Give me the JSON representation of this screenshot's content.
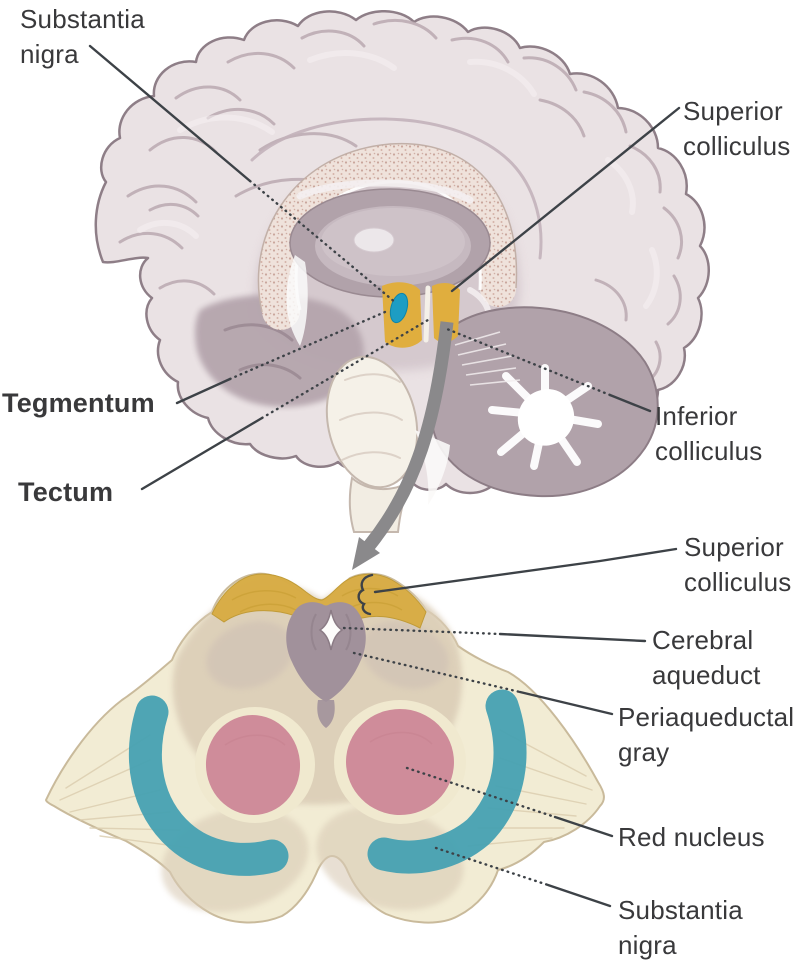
{
  "figure": {
    "background": "#ffffff",
    "labels": {
      "substantia_nigra_top": {
        "line1": "Substantia",
        "line2": "nigra"
      },
      "superior_colliculus_top": {
        "line1": "Superior",
        "line2": "colliculus"
      },
      "tegmentum": {
        "line1": "Tegmentum"
      },
      "tectum": {
        "line1": "Tectum"
      },
      "inferior_colliculus": {
        "line1": "Inferior",
        "line2": "colliculus"
      },
      "superior_colliculus_bottom": {
        "line1": "Superior",
        "line2": "colliculus"
      },
      "cerebral_aqueduct": {
        "line1": "Cerebral",
        "line2": "aqueduct"
      },
      "periaqueductal_gray": {
        "line1": "Periaqueductal",
        "line2": "gray"
      },
      "red_nucleus": {
        "line1": "Red nucleus"
      },
      "substantia_nigra_bottom": {
        "line1": "Substantia",
        "line2": "nigra"
      }
    },
    "colors": {
      "label_text": "#39393b",
      "leader_line": "#3d4247",
      "cortex_fill": "#eae2e4",
      "cortex_outline": "#8e7e87",
      "sulci": "#bcacb3",
      "deep_brain": "#d2c5cb",
      "temporal_shadow": "#b5a5ad",
      "callosum_stipple_dot": "#c9a69c",
      "thalamus": "#b1a2aa",
      "thalamus_inner": "#c6b9c0",
      "midbrain_highlight": "#e0ae3e",
      "substantia_nigra_spot": "#1d9dc3",
      "brainstem": "#f5f1e8",
      "cerebellum": "#b1a2aa",
      "arbor_vitae": "#ffffff",
      "zoom_arrow": "#8a898b",
      "section_base": "#f2ecd4",
      "section_dome": "#dbcdb7",
      "colliculus_gold": "#d8ac44",
      "periaqueductal_gray": "#a1919b",
      "aqueduct_white": "#fdfcfb",
      "red_nucleus_pink": "#cf8c9a",
      "red_nucleus_halo": "#f0e9cf",
      "substantia_nigra_teal": "#46a1b2"
    }
  }
}
